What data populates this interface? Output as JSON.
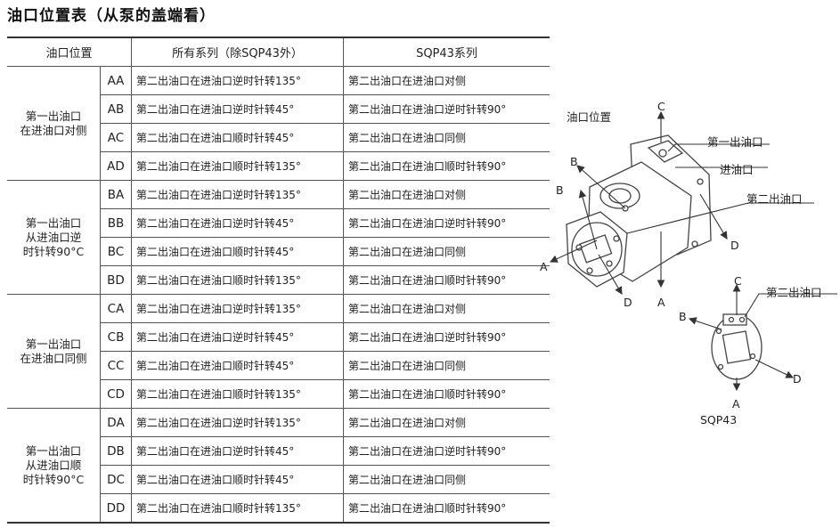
{
  "title": "油口位置表（从泵的盖端看）",
  "table": {
    "headers": [
      "油口位置",
      "所有系列（除SQP43外）",
      "SQP43系列"
    ],
    "groups": [
      {
        "label": "第一出油口\n在进油口对侧",
        "rows": [
          {
            "code": "AA",
            "all": "第二出油口在进油口逆时针转135°",
            "sqp": "第二出油口在进油口对侧"
          },
          {
            "code": "AB",
            "all": "第二出油口在进油口逆时针转45°",
            "sqp": "第二出油口在进油口逆时针转90°"
          },
          {
            "code": "AC",
            "all": "第二出油口在进油口顺时针转45°",
            "sqp": "第二出油口在进油口同侧"
          },
          {
            "code": "AD",
            "all": "第二出油口在进油口顺时针转135°",
            "sqp": "第二出油口在进油口顺时针转90°"
          }
        ]
      },
      {
        "label": "第一出油口\n从进油口逆\n时针转90°C",
        "rows": [
          {
            "code": "BA",
            "all": "第二出油口在进油口逆时针转135°",
            "sqp": "第二出油口在进油口对侧"
          },
          {
            "code": "BB",
            "all": "第二出油口在进油口逆时针转45°",
            "sqp": "第二出油口在进油口逆时针转90°"
          },
          {
            "code": "BC",
            "all": "第二出油口在进油口顺时针转45°",
            "sqp": "第二出油口在进油口同侧"
          },
          {
            "code": "BD",
            "all": "第二出油口在进油口顺时针转135°",
            "sqp": "第二出油口在进油口顺时针转90°"
          }
        ]
      },
      {
        "label": "第一出油口\n在进油口同侧",
        "rows": [
          {
            "code": "CA",
            "all": "第二出油口在进油口逆时针转135°",
            "sqp": "第二出油口在进油口对侧"
          },
          {
            "code": "CB",
            "all": "第二出油口在进油口逆时针转45°",
            "sqp": "第二出油口在进油口逆时针转90°"
          },
          {
            "code": "CC",
            "all": "第二出油口在进油口顺时针转45°",
            "sqp": "第二出油口在进油口同侧"
          },
          {
            "code": "CD",
            "all": "第二出油口在进油口顺时针转135°",
            "sqp": "第二出油口在进油口顺时针转90°"
          }
        ]
      },
      {
        "label": "第一出油口\n从进油口顺\n时针转90°C",
        "rows": [
          {
            "code": "DA",
            "all": "第二出油口在进油口逆时针转135°",
            "sqp": "第二出油口在进油口对侧"
          },
          {
            "code": "DB",
            "all": "第二出油口在进油口逆时针转45°",
            "sqp": "第二出油口在进油口逆时针转90°"
          },
          {
            "code": "DC",
            "all": "第二出油口在进油口顺时针转45°",
            "sqp": "第二出油口在进油口同侧"
          },
          {
            "code": "DD",
            "all": "第二出油口在进油口顺时针转135°",
            "sqp": "第二出油口在进油口顺时针转90°"
          }
        ]
      }
    ]
  },
  "diagram": {
    "main_title": "油口位置",
    "first_outlet": "第一出油口",
    "inlet": "进油口",
    "second_outlet": "第二出油口",
    "dir_a": "A",
    "dir_b": "B",
    "dir_c": "C",
    "dir_d": "D",
    "sqp43_caption": "SQP43"
  }
}
